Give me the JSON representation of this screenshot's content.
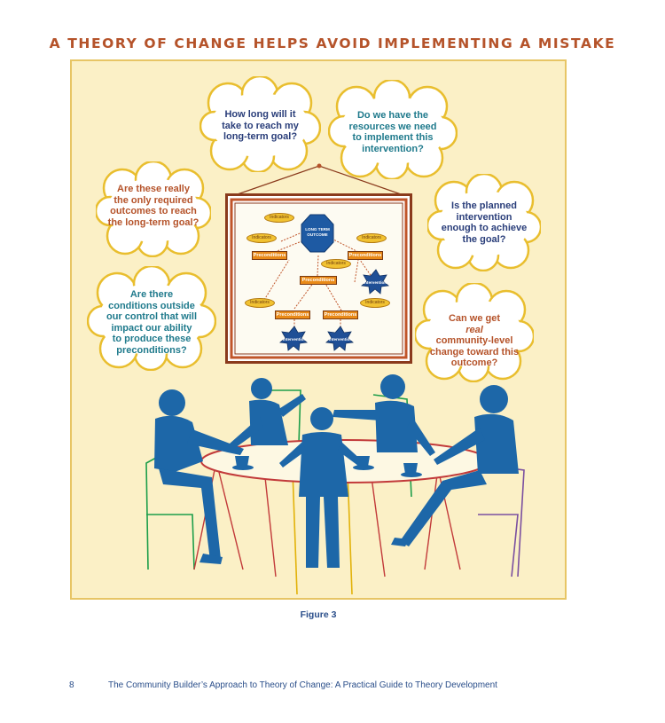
{
  "header": {
    "title": "A THEORY OF CHANGE HELPS AVOID IMPLEMENTING A MISTAKE"
  },
  "colors": {
    "title": "#b5532a",
    "panel_background": "#fbf0c6",
    "people": "#1d67a8",
    "cloud_border": "#e9be2e",
    "frame": "#a23a1c"
  },
  "clouds": [
    {
      "id": "how-long",
      "lines": [
        "How long will it",
        "take to reach my",
        "long-term goal?"
      ],
      "color": "navy"
    },
    {
      "id": "resources",
      "lines": [
        "Do we have the",
        "resources we need",
        "to implement this",
        "intervention?"
      ],
      "color": "teal"
    },
    {
      "id": "only-required",
      "lines": [
        "Are these really",
        "the only required",
        "outcomes to reach",
        "the long-term goal?"
      ],
      "color": "red"
    },
    {
      "id": "enough",
      "lines": [
        "Is the planned",
        "intervention",
        "enough to achieve",
        "the goal?"
      ],
      "color": "navy"
    },
    {
      "id": "conditions",
      "lines": [
        "Are there",
        "conditions outside",
        "our control that will",
        "impact our ability",
        "to produce these",
        "preconditions?"
      ],
      "color": "teal"
    },
    {
      "id": "community",
      "line_parts": [
        [
          "Can we get ",
          "real"
        ],
        [
          "community-level"
        ],
        [
          "change toward this"
        ],
        [
          "outcome?"
        ]
      ],
      "color": "red"
    }
  ],
  "diagram": {
    "outcome_label": [
      "LONG TERM",
      "OUTCOME"
    ],
    "indicator_label": "Indicators",
    "precondition_label": "Preconditions",
    "intervention_label": "Intervention"
  },
  "icons": {
    "people": "people-at-table-illustration",
    "frame": "hanging-frame"
  },
  "caption": "Figure 3",
  "footer": {
    "page_number": "8",
    "title": "The Community Builder’s Approach to Theory of Change: A Practical Guide to Theory Development"
  }
}
